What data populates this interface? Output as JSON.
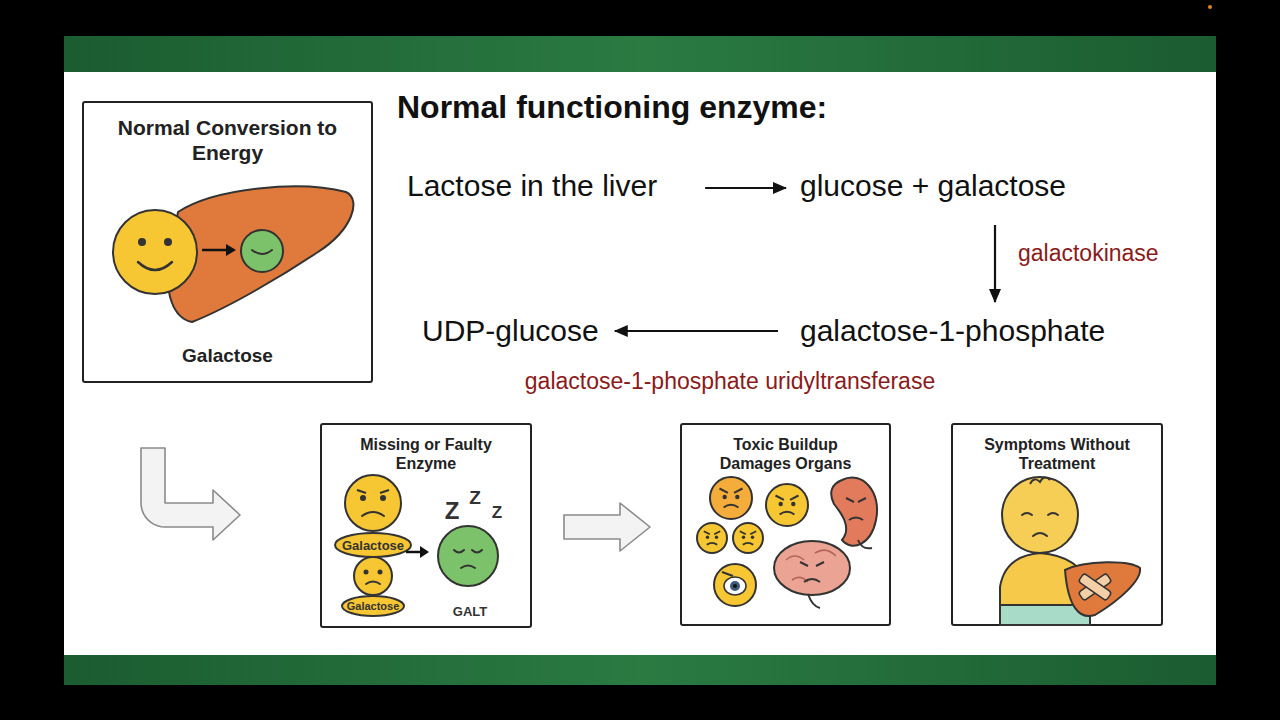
{
  "diagram": {
    "title": "Normal functioning enzyme:",
    "nodes": [
      {
        "text": [
          "Normal Conversion to Energy",
          "Galactose"
        ]
      },
      {
        "text": [
          "Lactose in the liver"
        ]
      },
      {
        "text": [
          "glucose + galactose"
        ]
      },
      {
        "text": [
          "UDP-glucose"
        ]
      },
      {
        "text": [
          "galactose-1-phosphate"
        ]
      },
      {
        "text": [
          "Missing or Faulty Enzyme"
        ]
      },
      {
        "text": [
          "Toxic Buildup Damages Organs"
        ]
      },
      {
        "text": [
          "Symptoms Without Treatment"
        ]
      }
    ],
    "edges": [
      {
        "from": 1,
        "to": 2,
        "arrow": "to"
      },
      {
        "from": 2,
        "to": 4,
        "label": "galactokinase",
        "arrow": "to"
      },
      {
        "from": 4,
        "to": 3,
        "label": "galactose-1-phosphate uridyltransferase",
        "arrow": "to"
      },
      {
        "from": 0,
        "to": 5,
        "arrow": "to"
      },
      {
        "from": 5,
        "to": 6,
        "arrow": "to"
      }
    ],
    "labels": [
      "Z",
      "Z",
      "Z",
      "Galactose",
      "Galactose",
      "GALT"
    ]
  }
}
